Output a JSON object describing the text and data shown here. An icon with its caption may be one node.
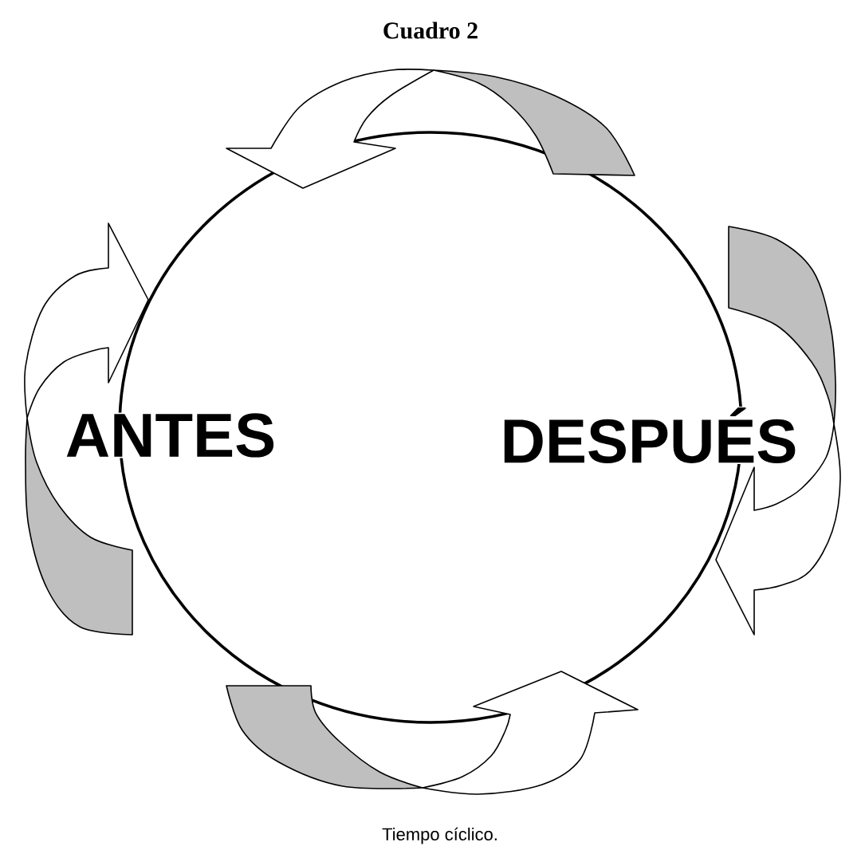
{
  "diagram": {
    "title": "Cuadro 2",
    "caption": "Tiempo cíclico.",
    "nodes": [
      {
        "text": [
          "ANTES",
          "DESPUÉS"
        ]
      }
    ]
  }
}
